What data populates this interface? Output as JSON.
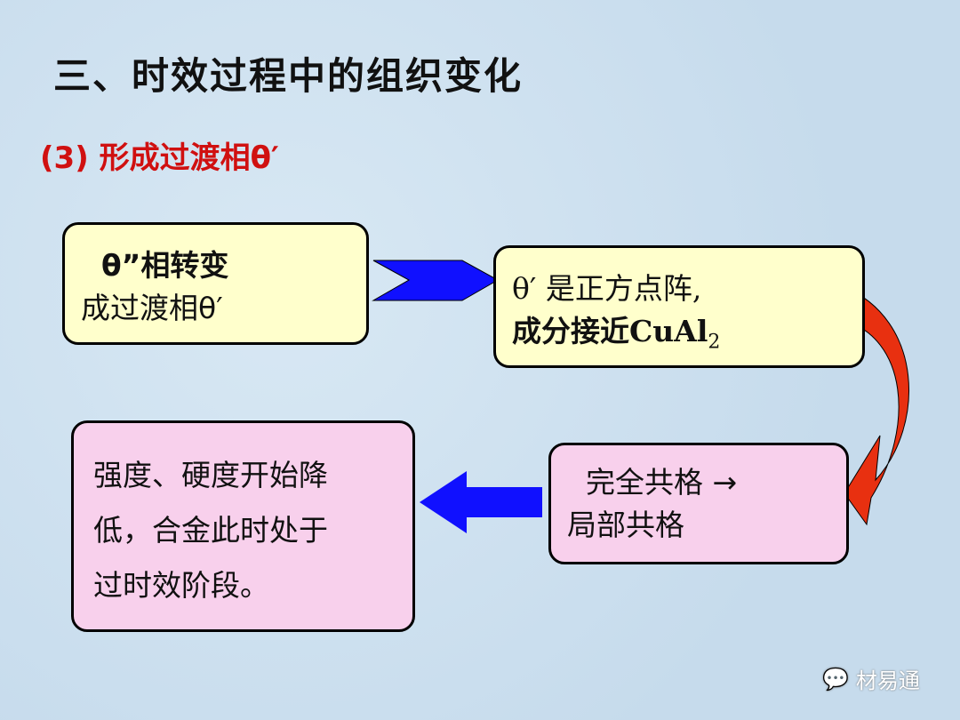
{
  "title": "三、时效过程中的组织变化",
  "subtitle": "(3) 形成过渡相θ′",
  "boxes": {
    "b1": [
      "  θ”相转变",
      "成过渡相θ′"
    ],
    "b2": [
      "θ′ 是正方点阵,",
      "成分接近CuAl"
    ],
    "b2_sub": "2",
    "b3": [
      "  完全共格 →",
      "局部共格"
    ],
    "b4": [
      "强度、硬度开始降",
      "低，合金此时处于",
      "过时效阶段。"
    ]
  },
  "watermark": "材易通"
}
